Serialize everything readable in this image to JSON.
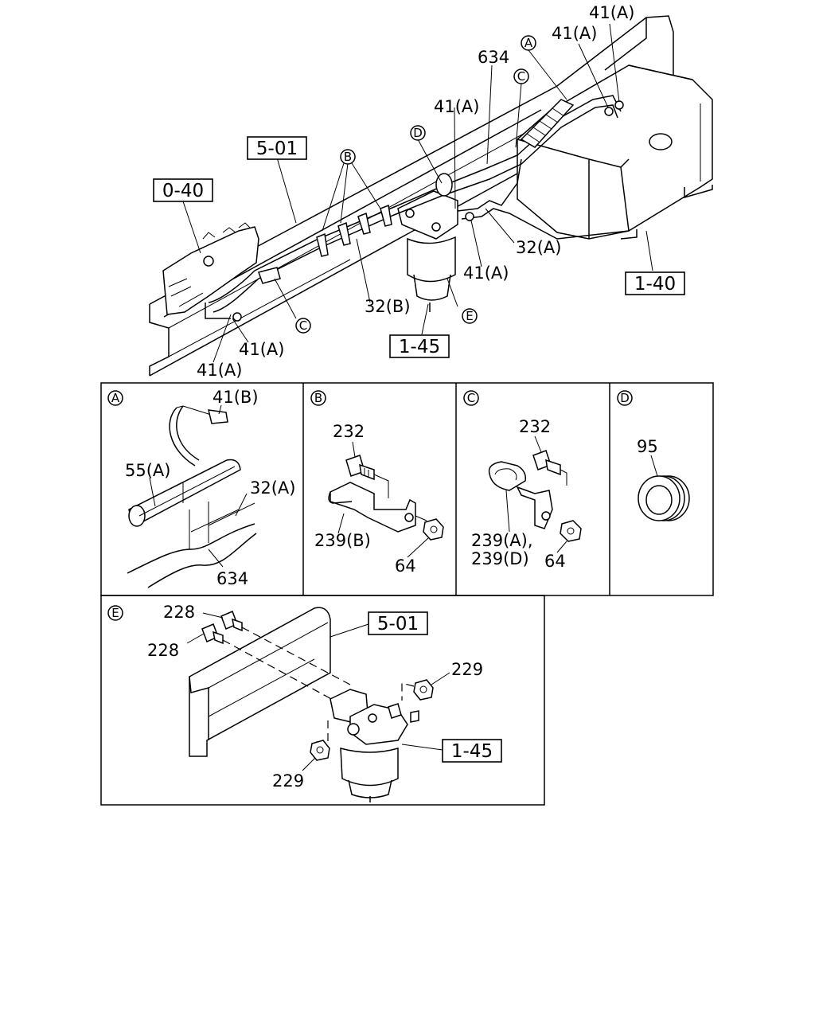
{
  "main": {
    "refs": {
      "r0_40": "0-40",
      "r5_01": "5-01",
      "r1_40": "1-40",
      "r1_45": "1-45"
    },
    "parts": {
      "p41a_top1": "41(A)",
      "p41a_top2": "41(A)",
      "p634": "634",
      "p41a_mid": "41(A)",
      "p32a": "32(A)",
      "p41a_right": "41(A)",
      "p32b": "32(B)",
      "p41a_low1": "41(A)",
      "p41a_low2": "41(A)"
    },
    "callouts": {
      "A": "A",
      "B": "B",
      "C": "C",
      "D": "D",
      "C2": "C",
      "E": "E"
    }
  },
  "detail_a": {
    "id": "A",
    "parts": {
      "p41b": "41(B)",
      "p55a": "55(A)",
      "p32a": "32(A)",
      "p634": "634"
    }
  },
  "detail_b": {
    "id": "B",
    "parts": {
      "p232": "232",
      "p239b": "239(B)",
      "p64": "64"
    }
  },
  "detail_c": {
    "id": "C",
    "parts": {
      "p232": "232",
      "p239a": "239(A),",
      "p239d": "239(D)",
      "p64": "64"
    }
  },
  "detail_d": {
    "id": "D",
    "parts": {
      "p95": "95"
    }
  },
  "detail_e": {
    "id": "E",
    "parts": {
      "p228a": "228",
      "p228b": "228",
      "p229a": "229",
      "p229b": "229",
      "r5_01": "5-01",
      "r1_45": "1-45"
    }
  }
}
